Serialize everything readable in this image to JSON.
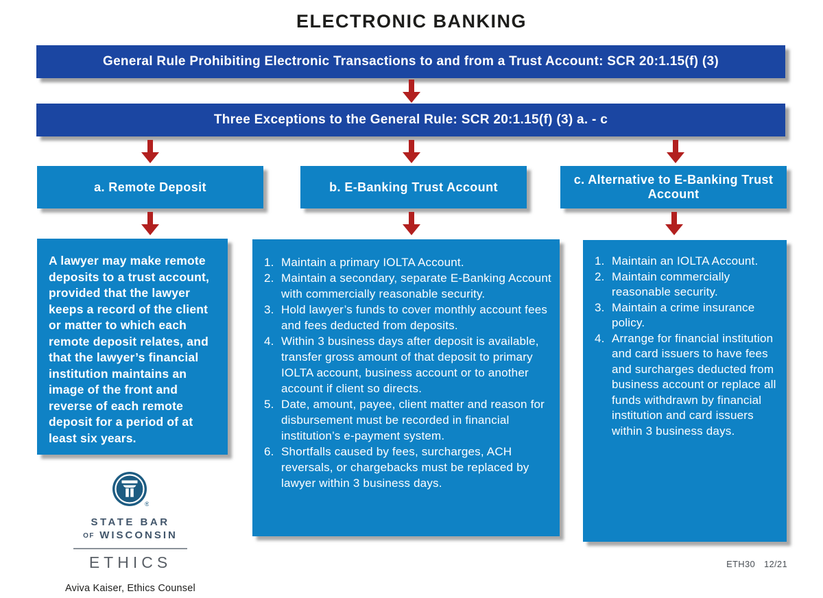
{
  "title": "ELECTRONIC BANKING",
  "banners": {
    "general_rule": "General Rule Prohibiting Electronic Transactions to and from a Trust Account: SCR 20:1.15(f) (3)",
    "exceptions": "Three Exceptions to the General Rule: SCR 20:1.15(f) (3) a. - c"
  },
  "columns": [
    {
      "id": "a",
      "header": "a. Remote Deposit",
      "paragraph": "A lawyer may make remote deposits to a trust account, provided that the lawyer keeps a record of the client or matter to which each remote deposit relates, and that the lawyer’s financial institution maintains an image of the front and reverse of each remote deposit for a period of at least six years."
    },
    {
      "id": "b",
      "header": "b. E-Banking Trust Account",
      "items": [
        "Maintain a primary IOLTA Account.",
        "Maintain a secondary, separate E-Banking Account with commercially reasonable security.",
        "Hold lawyer’s funds to cover monthly account fees and fees deducted from deposits.",
        "Within 3 business days after deposit is available, transfer gross amount of that deposit to primary IOLTA account, business account or to another account if client so directs.",
        "Date, amount, payee, client matter and reason for disbursement must be recorded in financial institution’s e-payment system.",
        "Shortfalls caused by fees, surcharges, ACH reversals, or chargebacks must be replaced by lawyer within 3 business days."
      ]
    },
    {
      "id": "c",
      "header": "c. Alternative to E-Banking Trust Account",
      "items": [
        "Maintain an IOLTA Account.",
        "Maintain commercially reasonable security.",
        "Maintain a crime insurance policy.",
        "Arrange for financial institution and card issuers to have fees and surcharges deducted from business account or replace all funds withdrawn by financial institution and card issuers within 3 business days."
      ]
    }
  ],
  "footer": {
    "logo": {
      "icon": "column-in-circle-icon",
      "org_line1": "STATE BAR",
      "org_line2_prefix": "OF",
      "org_line2": "WISCONSIN",
      "division": "ETHICS"
    },
    "credit": "Aviva Kaiser, Ethics Counsel",
    "doc_code": "ETH30",
    "doc_date": "12/21"
  },
  "colors": {
    "banner_blue": "#1b46a2",
    "box_blue": "#0f82c5",
    "arrow_red": "#b2201f",
    "logo_teal": "#1d5c82",
    "org_text": "#42566b",
    "ethics_gray": "#595f66"
  }
}
